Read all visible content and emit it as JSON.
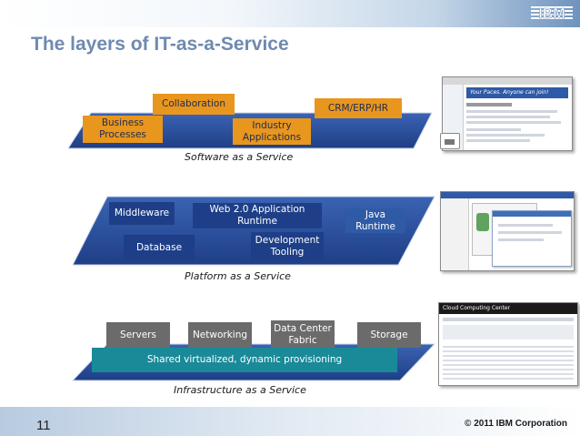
{
  "header": {
    "logo_text": "IBM",
    "title": "The layers of IT-as-a-Service"
  },
  "layers": {
    "saas": {
      "label": "Software as a Service",
      "boxes": {
        "collaboration": "Collaboration",
        "business_processes": "Business\nProcesses",
        "industry_applications": "Industry\nApplications",
        "crm_erp_hr": "CRM/ERP/HR"
      }
    },
    "paas": {
      "label": "Platform as a Service",
      "boxes": {
        "middleware": "Middleware",
        "web20_runtime": "Web 2.0 Application\nRuntime",
        "java_runtime": "Java\nRuntime",
        "database": "Database",
        "development_tooling": "Development\nTooling"
      }
    },
    "iaas": {
      "label": "Infrastructure as a Service",
      "boxes": {
        "servers": "Servers",
        "networking": "Networking",
        "data_center_fabric": "Data Center\nFabric",
        "storage": "Storage",
        "shared_virtualized": "Shared virtualized, dynamic provisioning"
      }
    }
  },
  "screenshots": {
    "saas_banner": "Your Paces. Anyone can join!",
    "iaas_title": "Cloud Computing Center"
  },
  "colors": {
    "plate_blue": "#2d55a7",
    "plate_blue_dark": "#1f3f86",
    "box_orange": "#e8961e",
    "box_navy": "#1e3f88",
    "box_gray": "#6b6b6b",
    "box_teal": "#1a8a98",
    "title_color": "#6f8ab0"
  },
  "footer": {
    "page_number": "11",
    "copyright": "© 2011 IBM Corporation"
  }
}
